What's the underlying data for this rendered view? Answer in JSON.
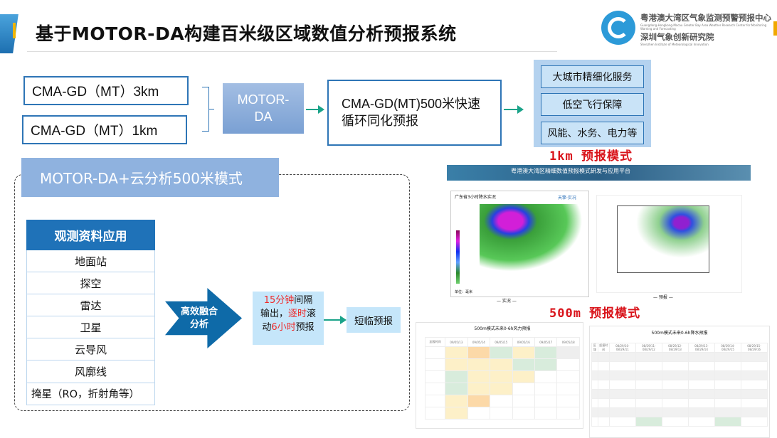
{
  "title": "基于MOTOR-DA构建百米级区域数值分析预报系统",
  "org": {
    "line1": "粤港澳大湾区气象监测预警预报中心",
    "line1_en": "Guangdong-Hongkong-Macau Greater Bay Area Weather Research Center for Monitoring Warning and Forecasting",
    "line2": "深圳气象创新研究院",
    "line2_en": "Shenzhen Institute of Meteorological Innovation"
  },
  "inputs": [
    "CMA-GD（MT）3km",
    "CMA-GD（MT）1km"
  ],
  "motor": {
    "line1": "MOTOR-",
    "line2": "DA"
  },
  "fast": {
    "line1": "CMA-GD(MT)500米快速",
    "line2": "循环同化预报"
  },
  "services": [
    "大城市精细化服务",
    "低空飞行保障",
    "风能、水务、电力等"
  ],
  "label_1km": "1km 预报模式",
  "label_500m": "500m 预报模式",
  "platform": {
    "title": "粤港澳大湾区精细数值预报模式研发与应用平台",
    "map1_title": "广东省3小时降水实况",
    "map1_brand": "天擎·实况",
    "map1_caption": "— 实况 —",
    "map2_caption": "— 预报 —",
    "unit": "单位：毫米"
  },
  "wind_table": {
    "title": "500m模式未来0-6h风力预报",
    "header": [
      "起报时间",
      "09/05/13",
      "09/05/14",
      "09/05/15",
      "09/05/16",
      "09/05/17",
      "09/05/18"
    ]
  },
  "rain_table": {
    "title": "500m模式未来0-6h降水预报",
    "header": [
      "区域",
      "起报时间",
      "08/29/10-08/29/11",
      "08/29/11-08/29/12",
      "08/29/12-08/29/13",
      "08/29/13-08/29/14",
      "08/29/14-08/29/15",
      "08/29/15-08/29/16"
    ]
  },
  "da_banner": "MOTOR-DA+云分析500米模式",
  "obs": {
    "header": "观测资料应用",
    "items": [
      "地面站",
      "探空",
      "雷达",
      "卫星",
      "云导风",
      "风廓线",
      "掩星（RO，折射角等）"
    ]
  },
  "fusion": {
    "line1": "高效融合",
    "line2": "分析"
  },
  "output": {
    "p1": "15分钟",
    "p2": "间隔",
    "p3": "输出，",
    "p4": "逐时",
    "p5": "滚",
    "p6": "动",
    "p7": "6小时",
    "p8": "预报"
  },
  "nowcast": "短临预报",
  "colors": {
    "accent": "#2e75b6",
    "red": "#d9141b",
    "teal": "#1aa389"
  }
}
